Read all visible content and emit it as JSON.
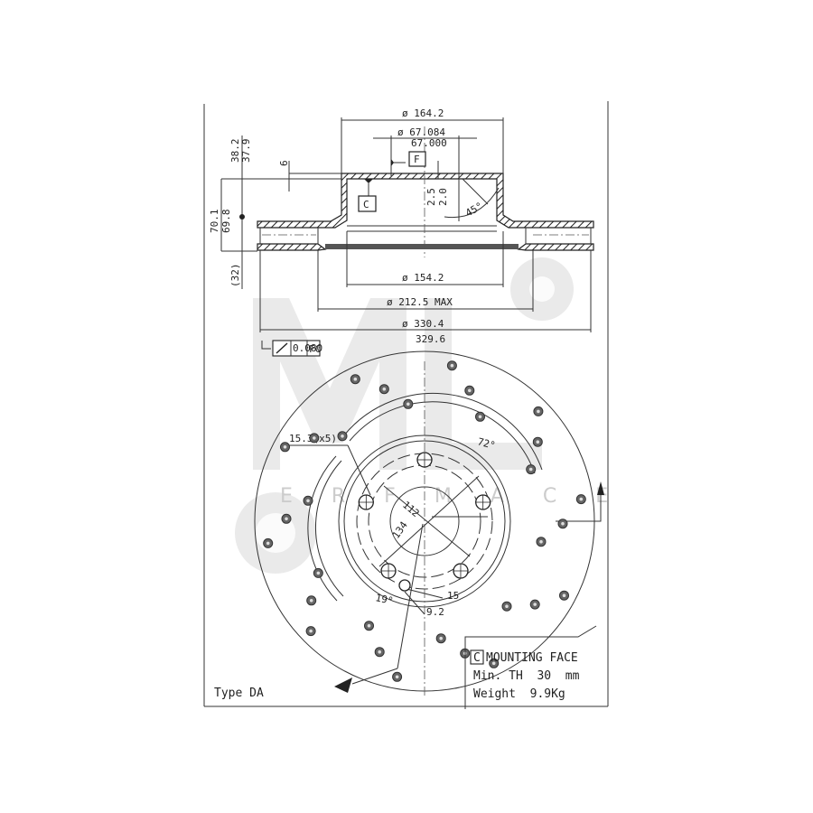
{
  "drawing": {
    "type": "Type DA",
    "section_view": {
      "dim_outer_hat_diameter": "ø 164.2",
      "dim_center_bore_max": "ø 67.084",
      "dim_center_bore_min": "67.000",
      "datum_F": "F",
      "datum_C": "C",
      "dim_hat_height_upper": "38.2",
      "dim_hat_height_lower": "37.9",
      "dim_hat_thickness": "6",
      "dim_total_height_upper": "70.1",
      "dim_total_height_lower": "69.8",
      "dim_friction_thickness": "(32)",
      "dim_chamfer_upper": "2.5",
      "dim_chamfer_lower": "2.0",
      "dim_chamfer_angle": "45°",
      "dim_inner_diameter": "ø 154.2",
      "dim_inner_friction_max": "ø 212.5 MAX",
      "dim_outer_diameter_upper": "ø 330.4",
      "dim_outer_diameter_lower": "329.6"
    },
    "tolerance_frame": {
      "symbol": "runout",
      "value": "0.080",
      "datum": "FC"
    },
    "plan_view": {
      "bolt_hole_label": "15.3(x5)",
      "angle_label": "72°",
      "pcd_label": "112",
      "diameter_label": "134",
      "small_angle_label": "19°",
      "small_dim_a": "15",
      "small_dim_b": "9.2"
    },
    "notes": {
      "mounting_face_box": "C",
      "mounting_face": "MOUNTING FACE",
      "min_th": "Min. TH  30  mm",
      "weight": "Weight  9.9Kg"
    },
    "watermark": {
      "letters": "ML",
      "subtitle": "E R F  M  A  C  E"
    }
  }
}
